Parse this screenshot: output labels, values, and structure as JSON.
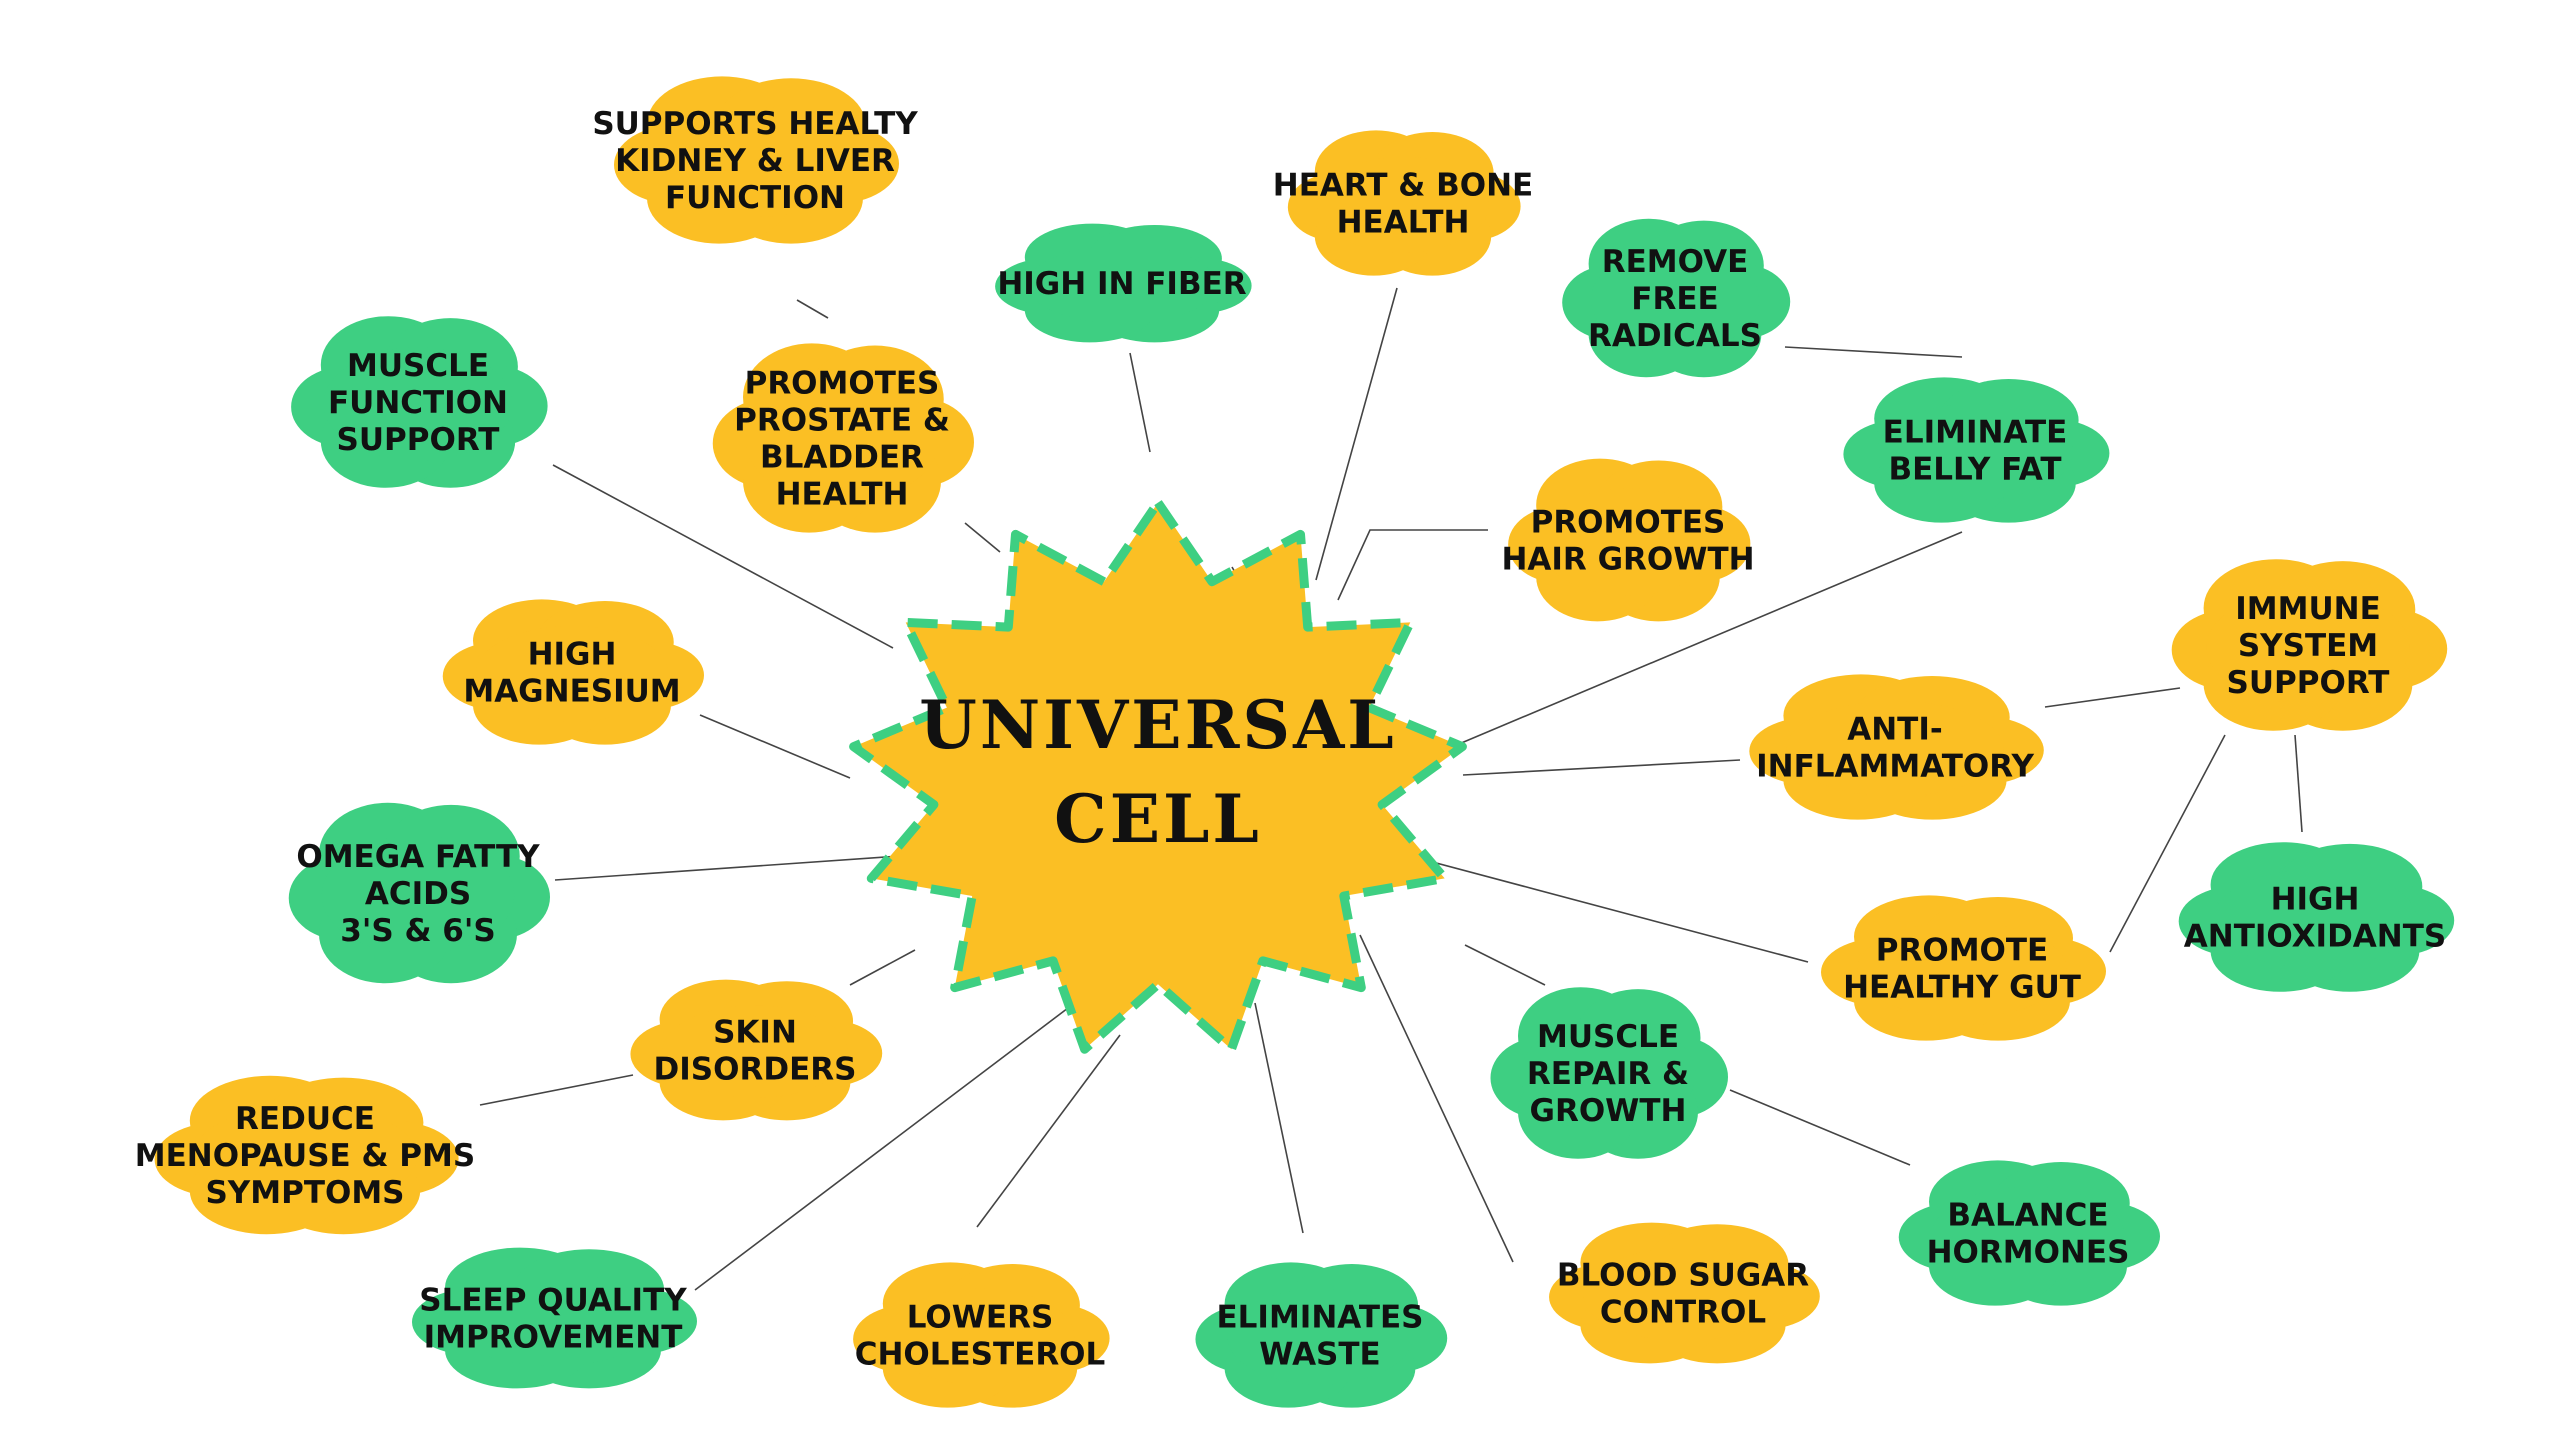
{
  "center": {
    "lines": [
      "UNIVERSAL",
      "CELL"
    ]
  },
  "colors": {
    "green": "#3ecf82",
    "orange": "#fbbf24",
    "center_fill": "#fbbf24",
    "center_dash": "#3ecf82",
    "line": "#444444"
  },
  "nodes": [
    {
      "id": "supports-kidney-liver",
      "color": "orange",
      "lines": [
        "SUPPORTS HEALTY",
        "KIDNEY & LIVER",
        "FUNCTION"
      ]
    },
    {
      "id": "heart-bone",
      "color": "orange",
      "lines": [
        "HEART & BONE",
        "HEALTH"
      ]
    },
    {
      "id": "high-fiber",
      "color": "green",
      "lines": [
        "HIGH IN FIBER"
      ]
    },
    {
      "id": "remove-free-radicals",
      "color": "green",
      "lines": [
        "REMOVE",
        "FREE",
        "RADICALS"
      ]
    },
    {
      "id": "muscle-function",
      "color": "green",
      "lines": [
        "MUSCLE",
        "FUNCTION",
        "SUPPORT"
      ]
    },
    {
      "id": "prostate-bladder",
      "color": "orange",
      "lines": [
        "PROMOTES",
        "PROSTATE &",
        "BLADDER",
        "HEALTH"
      ]
    },
    {
      "id": "eliminate-belly-fat",
      "color": "green",
      "lines": [
        "ELIMINATE",
        "BELLY FAT"
      ]
    },
    {
      "id": "hair-growth",
      "color": "orange",
      "lines": [
        "PROMOTES",
        "HAIR GROWTH"
      ]
    },
    {
      "id": "immune-system",
      "color": "orange",
      "lines": [
        "IMMUNE",
        "SYSTEM",
        "SUPPORT"
      ]
    },
    {
      "id": "high-magnesium",
      "color": "orange",
      "lines": [
        "HIGH",
        "MAGNESIUM"
      ]
    },
    {
      "id": "anti-inflammatory",
      "color": "orange",
      "lines": [
        "ANTI-",
        "INFLAMMATORY"
      ]
    },
    {
      "id": "omega-fatty-acids",
      "color": "green",
      "lines": [
        "OMEGA FATTY",
        "ACIDS",
        "3'S & 6'S"
      ]
    },
    {
      "id": "high-antioxidants",
      "color": "green",
      "lines": [
        "HIGH",
        "ANTIOXIDANTS"
      ]
    },
    {
      "id": "healthy-gut",
      "color": "orange",
      "lines": [
        "PROMOTE",
        "HEALTHY GUT"
      ]
    },
    {
      "id": "skin-disorders",
      "color": "orange",
      "lines": [
        "SKIN",
        "DISORDERS"
      ]
    },
    {
      "id": "menopause-pms",
      "color": "orange",
      "lines": [
        "REDUCE",
        "MENOPAUSE & PMS",
        "SYMPTOMS"
      ]
    },
    {
      "id": "muscle-repair",
      "color": "green",
      "lines": [
        "MUSCLE",
        "REPAIR &",
        "GROWTH"
      ]
    },
    {
      "id": "balance-hormones",
      "color": "green",
      "lines": [
        "BALANCE",
        "HORMONES"
      ]
    },
    {
      "id": "sleep-quality",
      "color": "green",
      "lines": [
        "SLEEP QUALITY",
        "IMPROVEMENT"
      ]
    },
    {
      "id": "lowers-cholesterol",
      "color": "orange",
      "lines": [
        "LOWERS",
        "CHOLESTEROL"
      ]
    },
    {
      "id": "eliminates-waste",
      "color": "green",
      "lines": [
        "ELIMINATES",
        "WASTE"
      ]
    },
    {
      "id": "blood-sugar",
      "color": "orange",
      "lines": [
        "BLOOD SUGAR",
        "CONTROL"
      ]
    }
  ]
}
